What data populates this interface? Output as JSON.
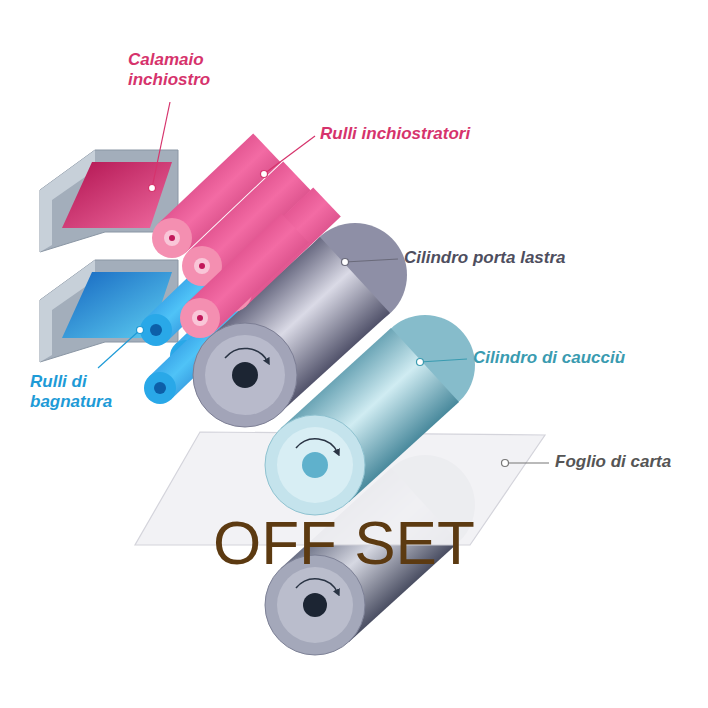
{
  "diagram": {
    "labels": [
      "Calamaio inchiostro",
      "Rulli inchiostratori",
      "Cilindro porta lastra",
      "Cilindro di caucciù",
      "Rulli di bagnatura",
      "Foglio di carta",
      "OFF SET"
    ]
  }
}
